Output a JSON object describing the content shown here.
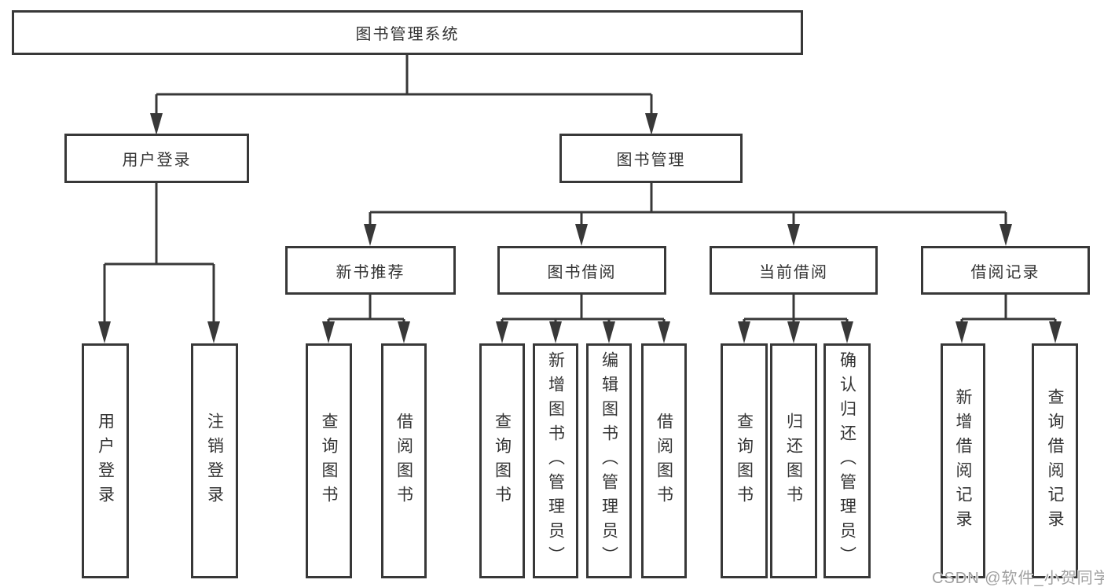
{
  "tree": {
    "root": "图书管理系统",
    "children": [
      {
        "label": "用户登录",
        "children": [
          "用户登录",
          "注销登录"
        ]
      },
      {
        "label": "图书管理",
        "children": [
          {
            "label": "新书推荐",
            "children": [
              "查询图书",
              "借阅图书"
            ]
          },
          {
            "label": "图书借阅",
            "children": [
              "查询图书",
              "新增图书（管理员）",
              "编辑图书（管理员）",
              "借阅图书"
            ]
          },
          {
            "label": "当前借阅",
            "children": [
              "查询图书",
              "归还图书",
              "确认归还（管理员）"
            ]
          },
          {
            "label": "借阅记录",
            "children": [
              "新增借阅记录",
              "查询借阅记录"
            ]
          }
        ]
      }
    ]
  },
  "watermark": {
    "text": "CSDN @软件_小贺同学"
  },
  "colors": {
    "line": "#383838",
    "box_bg": "#ffffff",
    "text": "#333333",
    "watermark": "#a0a0a0",
    "canvas_bg": "#ffffff"
  }
}
